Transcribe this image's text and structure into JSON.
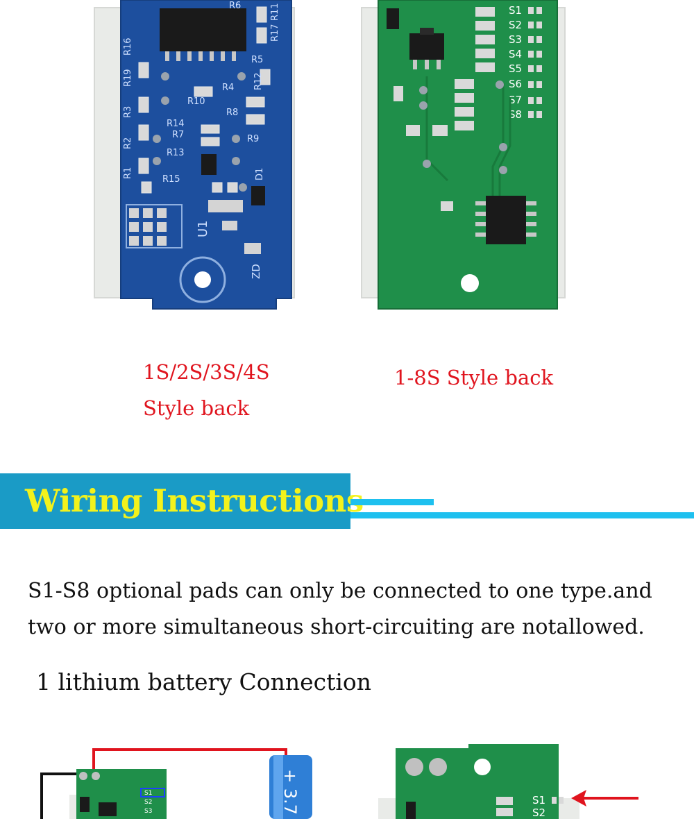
{
  "photos": {
    "left_board": {
      "silk_labels": [
        "R16",
        "R19",
        "R3",
        "R2",
        "R1",
        "R15",
        "R14",
        "R7",
        "R13",
        "R10",
        "R4",
        "R8",
        "R6",
        "R11",
        "R17",
        "R5",
        "R12",
        "R9",
        "D1",
        "U1",
        "ZD"
      ]
    },
    "right_board": {
      "pad_labels": [
        "S1",
        "S2",
        "S3",
        "S4",
        "S5",
        "S6",
        "S7",
        "S8"
      ]
    }
  },
  "captions": {
    "left_line1": "1S/2S/3S/4S",
    "left_line2": "Style back",
    "right": "1-8S Style back"
  },
  "section": {
    "title": "Wiring Instructions"
  },
  "instructions": {
    "note": "S1-S8 optional pads can only be connected to one type.and two or more simultaneous short-circuiting are notallowed.",
    "subheading": "1 lithium battery Connection"
  },
  "bottom_photos": {
    "battery_label": "+ 3.7",
    "pad_labels": [
      "S1",
      "S2",
      "S3"
    ],
    "right_pad_labels": [
      "S1",
      "S2"
    ]
  },
  "colors": {
    "caption_red": "#e0141e",
    "banner_blue": "#1a9bc6",
    "banner_text_yellow": "#f3f21c",
    "rule_cyan": "#1ec0ef",
    "pcb_blue": "#1d4f9e",
    "pcb_green": "#1f8f4a"
  }
}
